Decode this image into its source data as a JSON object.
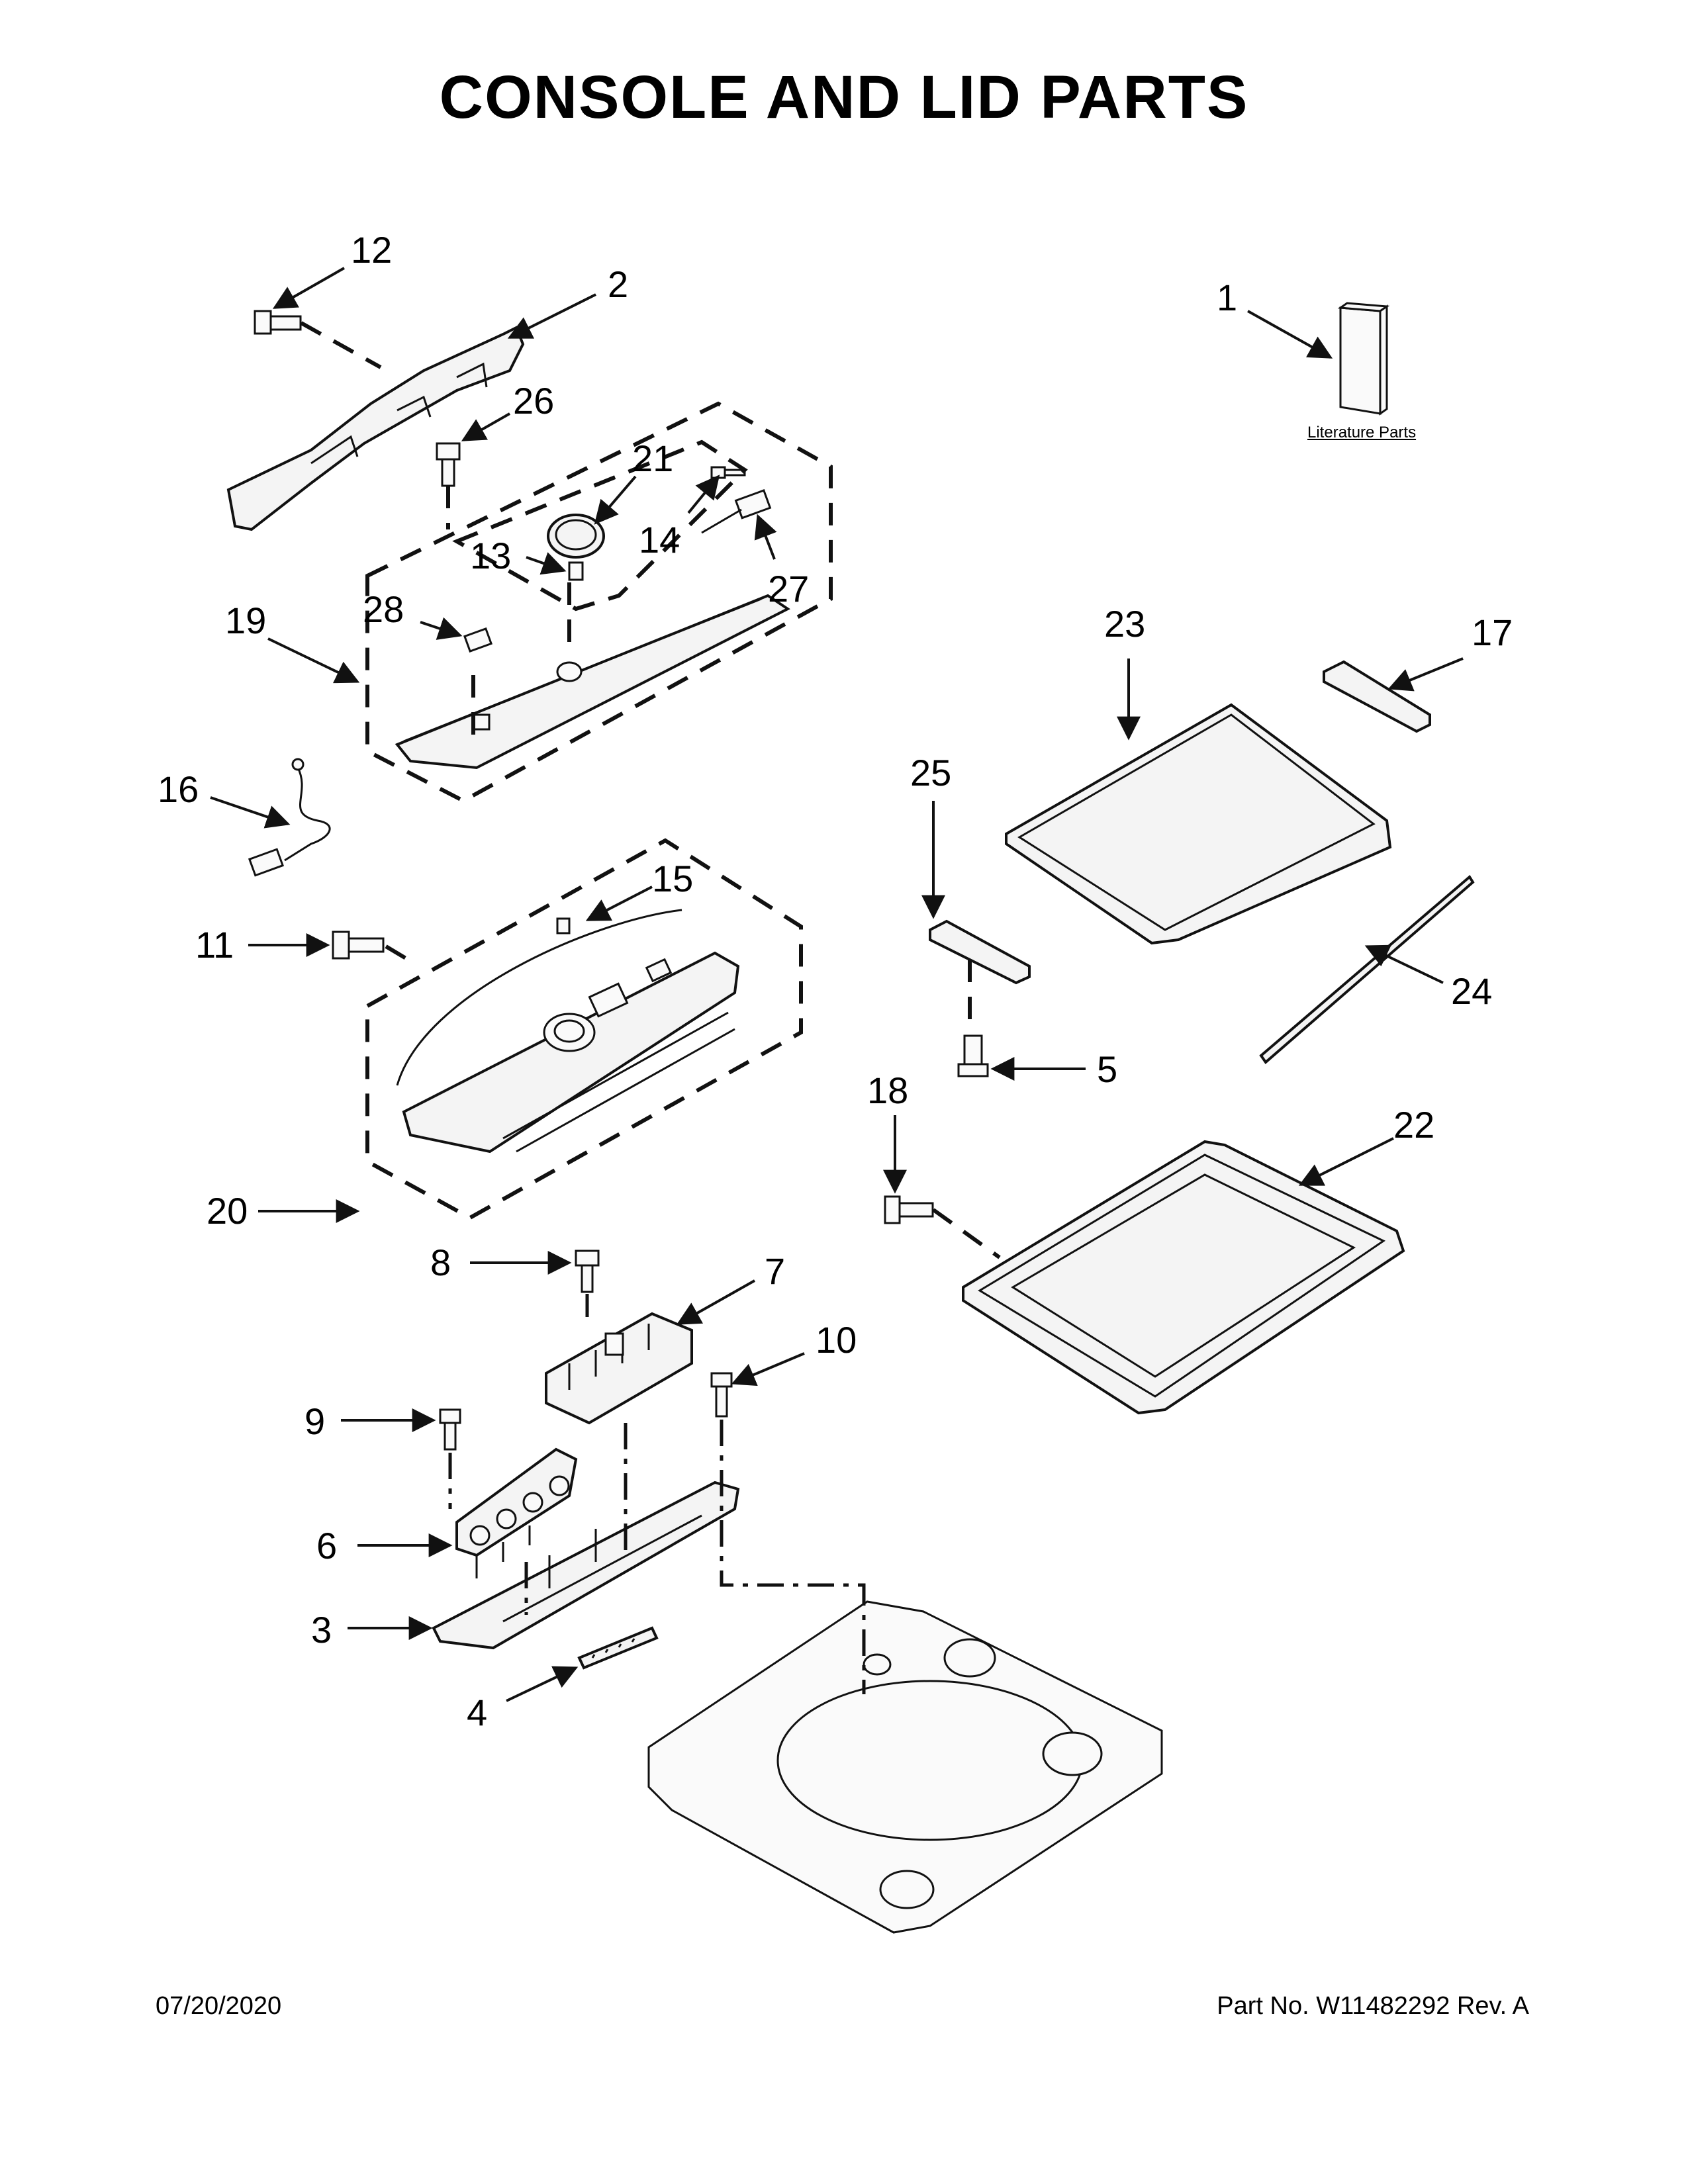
{
  "title": "CONSOLE AND LID PARTS",
  "literature_label": "Literature Parts",
  "callouts": [
    "1",
    "2",
    "3",
    "4",
    "5",
    "6",
    "7",
    "8",
    "9",
    "10",
    "11",
    "12",
    "13",
    "14",
    "15",
    "16",
    "17",
    "18",
    "19",
    "20",
    "21",
    "22",
    "23",
    "24",
    "25",
    "26",
    "27",
    "28"
  ],
  "footer": {
    "date": "07/20/2020",
    "part_number": "Part No.  W11482292  Rev.  A"
  }
}
